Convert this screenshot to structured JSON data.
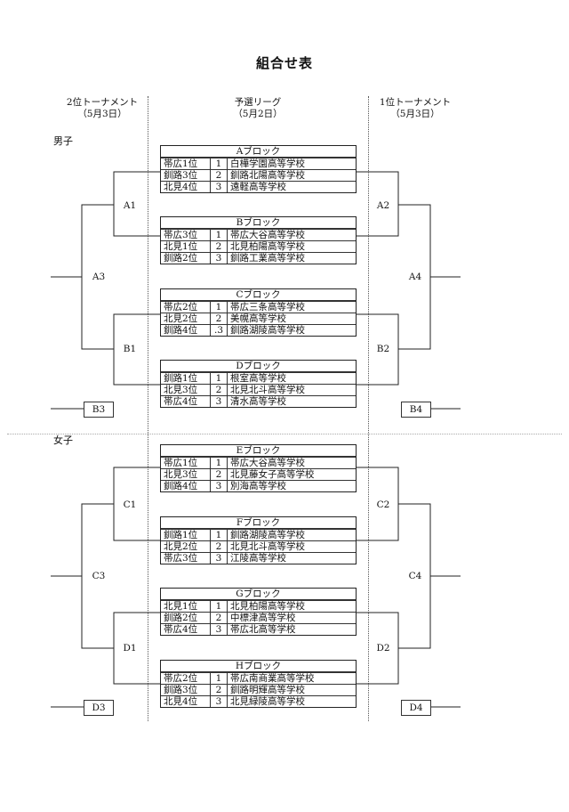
{
  "title": "組合せ表",
  "headers": {
    "left_line1": "2位トーナメント",
    "left_line2": "（5月3日）",
    "center_line1": "予選リーグ",
    "center_line2": "（5月2日）",
    "right_line1": "1位トーナメント",
    "right_line2": "（5月3日）"
  },
  "sections": {
    "boys": "男子",
    "girls": "女子"
  },
  "labels": {
    "A1": "A1",
    "B1": "B1",
    "A3": "A3",
    "B3": "B3",
    "A2": "A2",
    "B2": "B2",
    "A4": "A4",
    "B4": "B4",
    "C1": "C1",
    "D1": "D1",
    "C3": "C3",
    "D3": "D3",
    "C2": "C2",
    "D2": "D2",
    "C4": "C4",
    "D4": "D4"
  },
  "blocks": [
    {
      "name": "Aブロック",
      "rows": [
        {
          "seed": "帯広1位",
          "num": "1",
          "school": "白樺学園高等学校"
        },
        {
          "seed": "釧路3位",
          "num": "2",
          "school": "釧路北陽高等学校"
        },
        {
          "seed": "北見4位",
          "num": "3",
          "school": "遠軽高等学校"
        }
      ]
    },
    {
      "name": "Bブロック",
      "rows": [
        {
          "seed": "帯広3位",
          "num": "1",
          "school": "帯広大谷高等学校"
        },
        {
          "seed": "北見1位",
          "num": "2",
          "school": "北見柏陽高等学校"
        },
        {
          "seed": "釧路2位",
          "num": "3",
          "school": "釧路工業高等学校"
        }
      ]
    },
    {
      "name": "Cブロック",
      "rows": [
        {
          "seed": "帯広2位",
          "num": "1",
          "school": "帯広三条高等学校"
        },
        {
          "seed": "北見2位",
          "num": "2",
          "school": "美幌高等学校"
        },
        {
          "seed": "釧路4位",
          "num": ".3",
          "school": "釧路湖陵高等学校"
        }
      ]
    },
    {
      "name": "Dブロック",
      "rows": [
        {
          "seed": "釧路1位",
          "num": "1",
          "school": "根室高等学校"
        },
        {
          "seed": "北見3位",
          "num": "2",
          "school": "北見北斗高等学校"
        },
        {
          "seed": "帯広4位",
          "num": "3",
          "school": "清水高等学校"
        }
      ]
    },
    {
      "name": "Eブロック",
      "rows": [
        {
          "seed": "帯広1位",
          "num": "1",
          "school": "帯広大谷高等学校"
        },
        {
          "seed": "北見3位",
          "num": "2",
          "school": "北見藤女子高等学校"
        },
        {
          "seed": "釧路4位",
          "num": "3",
          "school": "別海高等学校"
        }
      ]
    },
    {
      "name": "Fブロック",
      "rows": [
        {
          "seed": "釧路1位",
          "num": "1",
          "school": "釧路湖陵高等学校"
        },
        {
          "seed": "北見2位",
          "num": "2",
          "school": "北見北斗高等学校"
        },
        {
          "seed": "帯広3位",
          "num": "3",
          "school": "江陵高等学校"
        }
      ]
    },
    {
      "name": "Gブロック",
      "rows": [
        {
          "seed": "北見1位",
          "num": "1",
          "school": "北見柏陽高等学校"
        },
        {
          "seed": "釧路2位",
          "num": "2",
          "school": "中標津高等学校"
        },
        {
          "seed": "帯広4位",
          "num": "3",
          "school": "帯広北高等学校"
        }
      ]
    },
    {
      "name": "Hブロック",
      "rows": [
        {
          "seed": "帯広2位",
          "num": "1",
          "school": "帯広南商業高等学校"
        },
        {
          "seed": "釧路3位",
          "num": "2",
          "school": "釧路明輝高等学校"
        },
        {
          "seed": "北見4位",
          "num": "3",
          "school": "北見緑陵高等学校"
        }
      ]
    }
  ]
}
